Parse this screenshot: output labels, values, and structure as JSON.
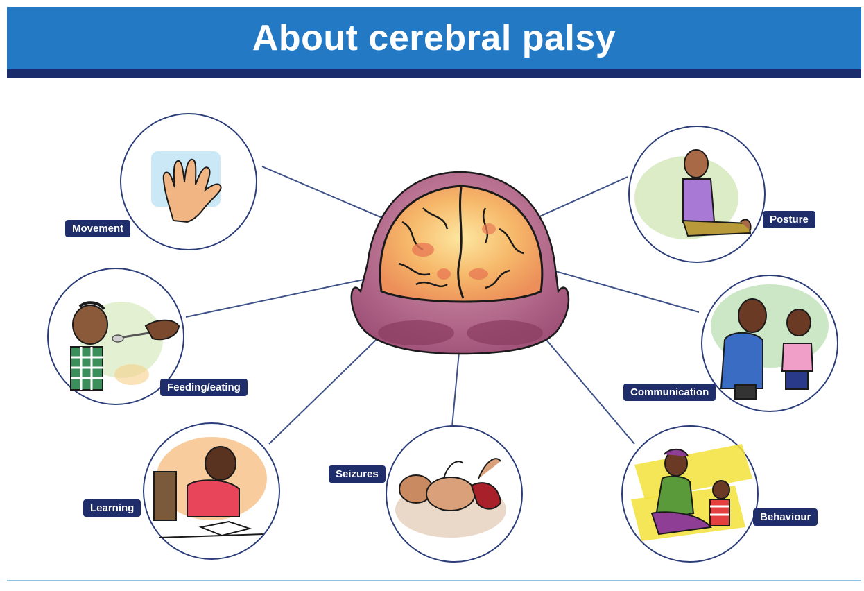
{
  "title": "About cerebral palsy",
  "colors": {
    "header": "#2379c4",
    "header_bar": "#1a2c6b",
    "label_bg": "#1f2d6a",
    "connector": "#3e5288",
    "circle_border": "#2b3d78"
  },
  "nodes": [
    {
      "id": "movement",
      "label": "Movement",
      "icon": "waving-hand-icon"
    },
    {
      "id": "feeding",
      "label": "Feeding/eating",
      "icon": "child-spoon-feeding-icon"
    },
    {
      "id": "learning",
      "label": "Learning",
      "icon": "child-writing-icon"
    },
    {
      "id": "seizures",
      "label": "Seizures",
      "icon": "baby-seizure-icon"
    },
    {
      "id": "behaviour",
      "label": "Behaviour",
      "icon": "mother-child-play-icon"
    },
    {
      "id": "communication",
      "label": "Communication",
      "icon": "adult-talking-to-child-icon"
    },
    {
      "id": "posture",
      "label": "Posture",
      "icon": "child-sitting-icon"
    }
  ],
  "center": {
    "icon": "brain-icon"
  }
}
